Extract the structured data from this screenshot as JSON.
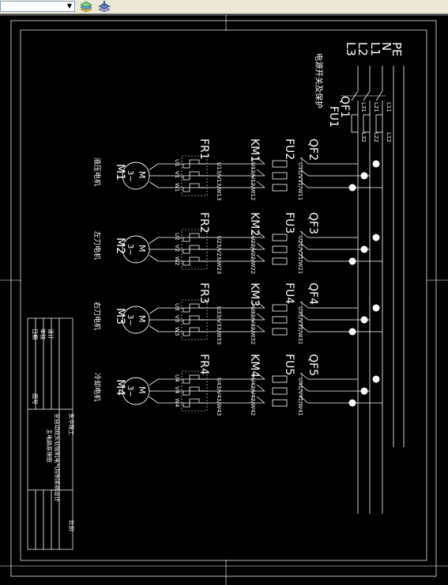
{
  "toolbar": {
    "layer_combo_value": "",
    "icons": [
      "layer-properties-icon",
      "layer-stack-icon"
    ]
  },
  "diagram": {
    "supply_lines": [
      "PE",
      "N",
      "L1",
      "L2",
      "L3"
    ],
    "main_switch": "QF1",
    "main_fuse": "FU1",
    "main_fuse_terminals": [
      "L11",
      "L21",
      "L31",
      "L12",
      "L22",
      "L32"
    ],
    "main_note": "电源开关及保护",
    "branches": [
      {
        "breaker": "QF2",
        "fuse": "FU2",
        "contactor": "KM1",
        "relay": "FR1",
        "motor": "M1",
        "motor_sym": "M",
        "motor_kind": "3~",
        "name": "液压电机",
        "bus_labels": "U11/V11/W11",
        "km_labels": "U12/V12/W12",
        "fr_labels": "U13/V13/W13",
        "terms": [
          "U1",
          "V1",
          "W1"
        ]
      },
      {
        "breaker": "QF3",
        "fuse": "FU3",
        "contactor": "KM2",
        "relay": "FR2",
        "motor": "M2",
        "motor_sym": "M",
        "motor_kind": "3~",
        "name": "左刀电机",
        "bus_labels": "U21/V21/W21",
        "km_labels": "U22/V22/W22",
        "fr_labels": "U23/V23/W23",
        "terms": [
          "U2",
          "V2",
          "W2"
        ]
      },
      {
        "breaker": "QF4",
        "fuse": "FU4",
        "contactor": "KM3",
        "relay": "FR3",
        "motor": "M3",
        "motor_sym": "M",
        "motor_kind": "3~",
        "name": "右刀电机",
        "bus_labels": "U31/V31/W31",
        "km_labels": "U32/V32/W32",
        "fr_labels": "U33/V33/W33",
        "terms": [
          "U3",
          "V3",
          "W3"
        ]
      },
      {
        "breaker": "QF5",
        "fuse": "FU5",
        "contactor": "KM4",
        "relay": "FR4",
        "motor": "M4",
        "motor_sym": "M",
        "motor_kind": "3~",
        "name": "冷却电机",
        "bus_labels": "U41/V41/W41",
        "km_labels": "U42/V42/W42",
        "fr_labels": "U43/V43/W43",
        "terms": [
          "U4",
          "V4",
          "W4"
        ]
      }
    ]
  },
  "title_block": {
    "project": "全自动双头切管机电气控制系统设计",
    "drawing": "主电路原理图",
    "label_design": "设计",
    "label_check": "审核",
    "label_date": "日期",
    "label_sheet": "图号",
    "label_scale": "比例",
    "label_school": "东华理工"
  }
}
